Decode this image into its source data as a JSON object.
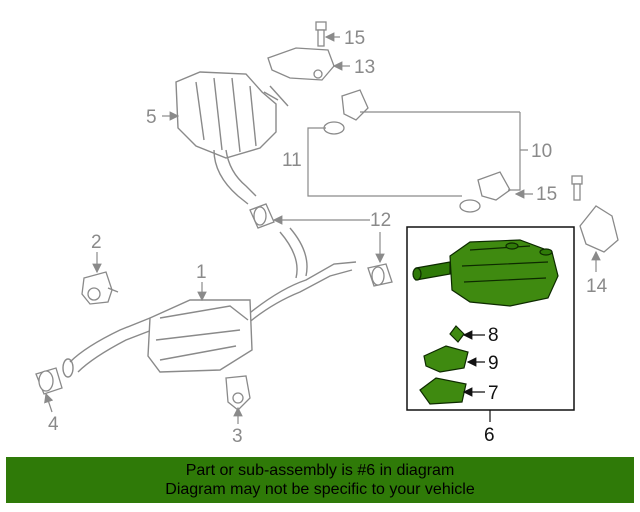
{
  "callouts": {
    "c1": "1",
    "c2": "2",
    "c3": "3",
    "c4": "4",
    "c5": "5",
    "c6": "6",
    "c7": "7",
    "c8": "8",
    "c9": "9",
    "c10": "10",
    "c11": "11",
    "c12": "12",
    "c13": "13",
    "c14": "14",
    "c15a": "15",
    "c15b": "15"
  },
  "banner": {
    "line1": "Part or sub-assembly is #6 in diagram",
    "line2": "Diagram may not be specific to your vehicle"
  },
  "colors": {
    "highlight_part": "#2f7a08",
    "banner_bg": "#2f7a08",
    "line_art": "#8a8a8a"
  }
}
